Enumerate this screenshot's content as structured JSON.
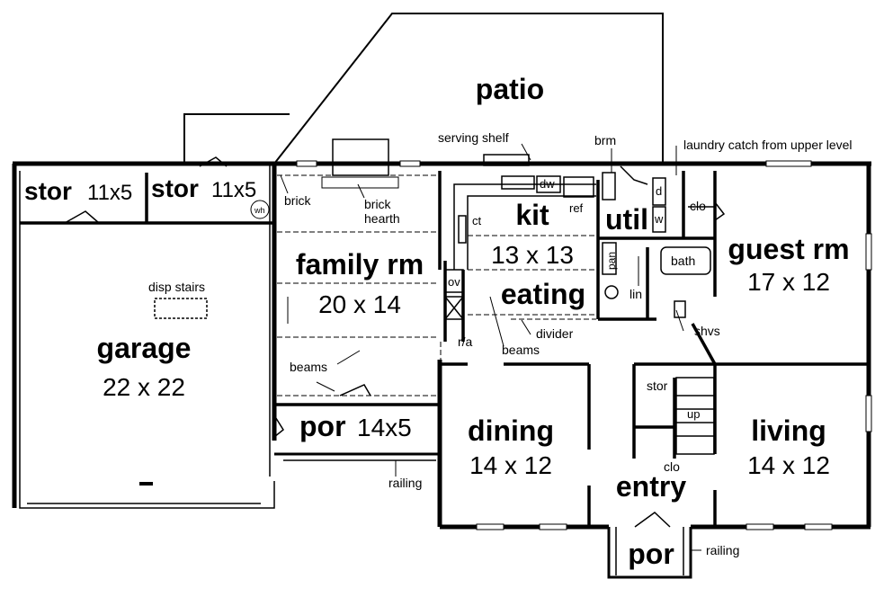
{
  "rooms": {
    "patio": {
      "name": "patio"
    },
    "stor1": {
      "name": "stor",
      "dims": "11x5"
    },
    "stor2": {
      "name": "stor",
      "dims": "11x5"
    },
    "garage": {
      "name": "garage",
      "dims": "22 x 22"
    },
    "family": {
      "name": "family rm",
      "dims": "20 x 14"
    },
    "kit": {
      "name": "kit",
      "dims": "13 x 13"
    },
    "eating": {
      "name": "eating"
    },
    "util": {
      "name": "util"
    },
    "guest": {
      "name": "guest rm",
      "dims": "17 x 12"
    },
    "por_side": {
      "name": "por",
      "dims": "14x5"
    },
    "dining": {
      "name": "dining",
      "dims": "14 x 12"
    },
    "entry": {
      "name": "entry"
    },
    "living": {
      "name": "living",
      "dims": "14 x 12"
    },
    "por_front": {
      "name": "por"
    }
  },
  "labels": {
    "serving_shelf": "serving shelf",
    "brm": "brm",
    "laundry": "laundry catch from upper level",
    "brick": "brick",
    "brick_hearth": "brick\nhearth",
    "wh": "wh",
    "dw": "dw",
    "ref": "ref",
    "ct": "ct",
    "d": "d",
    "w": "w",
    "clo_guest": "clo",
    "disp_stairs": "disp stairs",
    "pan": "pan",
    "bath": "bath",
    "lin": "lin",
    "ov": "ov",
    "ra": "r/a",
    "beams_kit": "beams",
    "divider": "divider",
    "shvs": "shvs",
    "beams_family": "beams",
    "stor_entry": "stor",
    "up": "up",
    "clo_entry": "clo",
    "railing_side": "railing",
    "railing_front": "railing"
  }
}
